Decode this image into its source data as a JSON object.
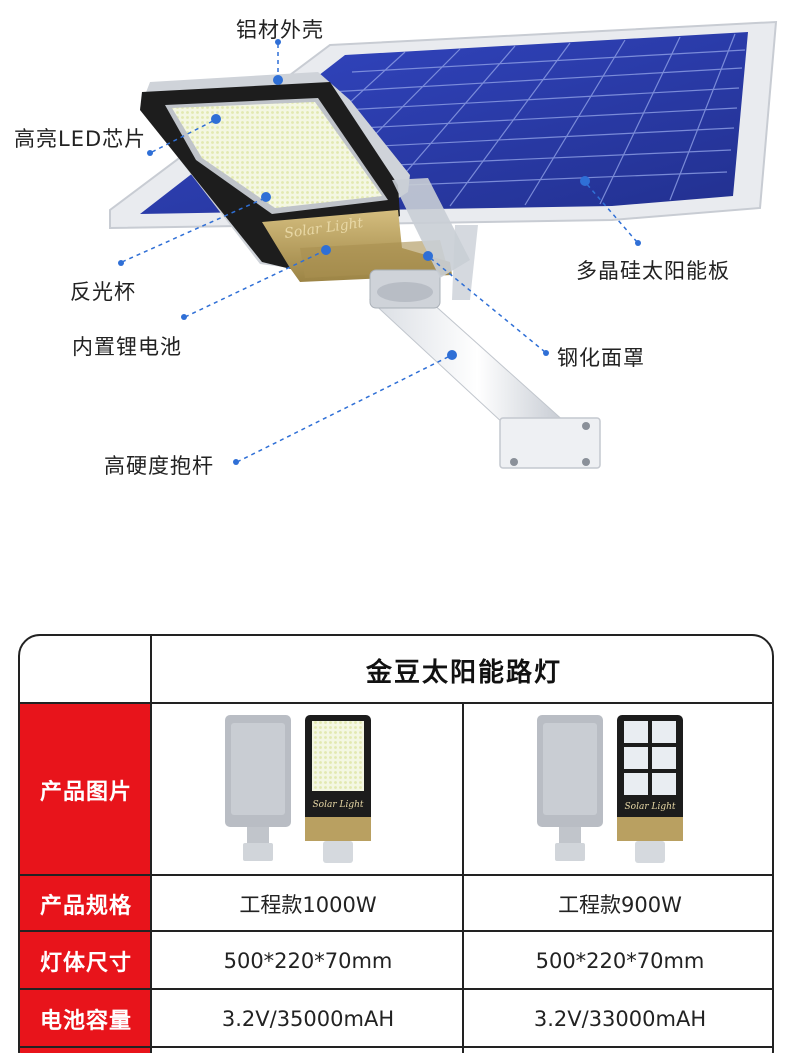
{
  "callouts": {
    "aluminum_shell": "铝材外壳",
    "led_chip": "高亮LED芯片",
    "reflector": "反光杯",
    "battery": "内置锂电池",
    "solar_panel": "多晶硅太阳能板",
    "tempered_cover": "钢化面罩",
    "pole": "高硬度抱杆"
  },
  "lamp_brand_text": "Solar Light",
  "colors": {
    "accent_red": "#e8141b",
    "panel_blue": "#2f3fb0",
    "callout_line": "#2f6fd6",
    "lamp_body": "#1d1d1d",
    "lamp_gold": "#b9a061"
  },
  "table": {
    "title": "金豆太阳能路灯",
    "rows": [
      {
        "label": "产品图片",
        "values": [
          "",
          ""
        ]
      },
      {
        "label": "产品规格",
        "values": [
          "工程款1000W",
          "工程款900W"
        ]
      },
      {
        "label": "灯体尺寸",
        "values": [
          "500*220*70mm",
          "500*220*70mm"
        ]
      },
      {
        "label": "电池容量",
        "values": [
          "3.2V/35000mAH",
          "3.2V/33000mAH"
        ]
      }
    ]
  }
}
